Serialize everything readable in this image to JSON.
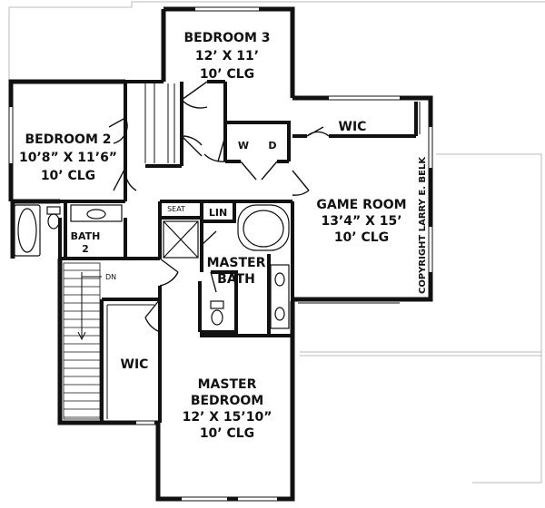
{
  "rooms": {
    "bedroom3": {
      "name": "BEDROOM 3",
      "size": "12’ X 11’",
      "ceiling": "10’ CLG"
    },
    "bedroom2": {
      "name": "BEDROOM 2",
      "size": "10’8” X 11’6”",
      "ceiling": "10’ CLG"
    },
    "game_room": {
      "name": "GAME ROOM",
      "size": "13’4” X 15’",
      "ceiling": "10’ CLG"
    },
    "master_bedroom": {
      "name": "MASTER",
      "name2": "BEDROOM",
      "size": "12’ X 15’10”",
      "ceiling": "10’ CLG"
    },
    "master_bath": {
      "name": "MASTER",
      "name2": "BATH"
    },
    "bath2": {
      "name": "BATH",
      "name2": "2"
    },
    "wic_upper": {
      "name": "WIC"
    },
    "wic_lower": {
      "name": "WIC"
    }
  },
  "fixtures": {
    "washer": "W",
    "dryer": "D",
    "seat": "SEAT",
    "linen": "LIN",
    "stair_dn": "DN"
  },
  "copyright": "COPYRIGHT LARRY E. BELK"
}
